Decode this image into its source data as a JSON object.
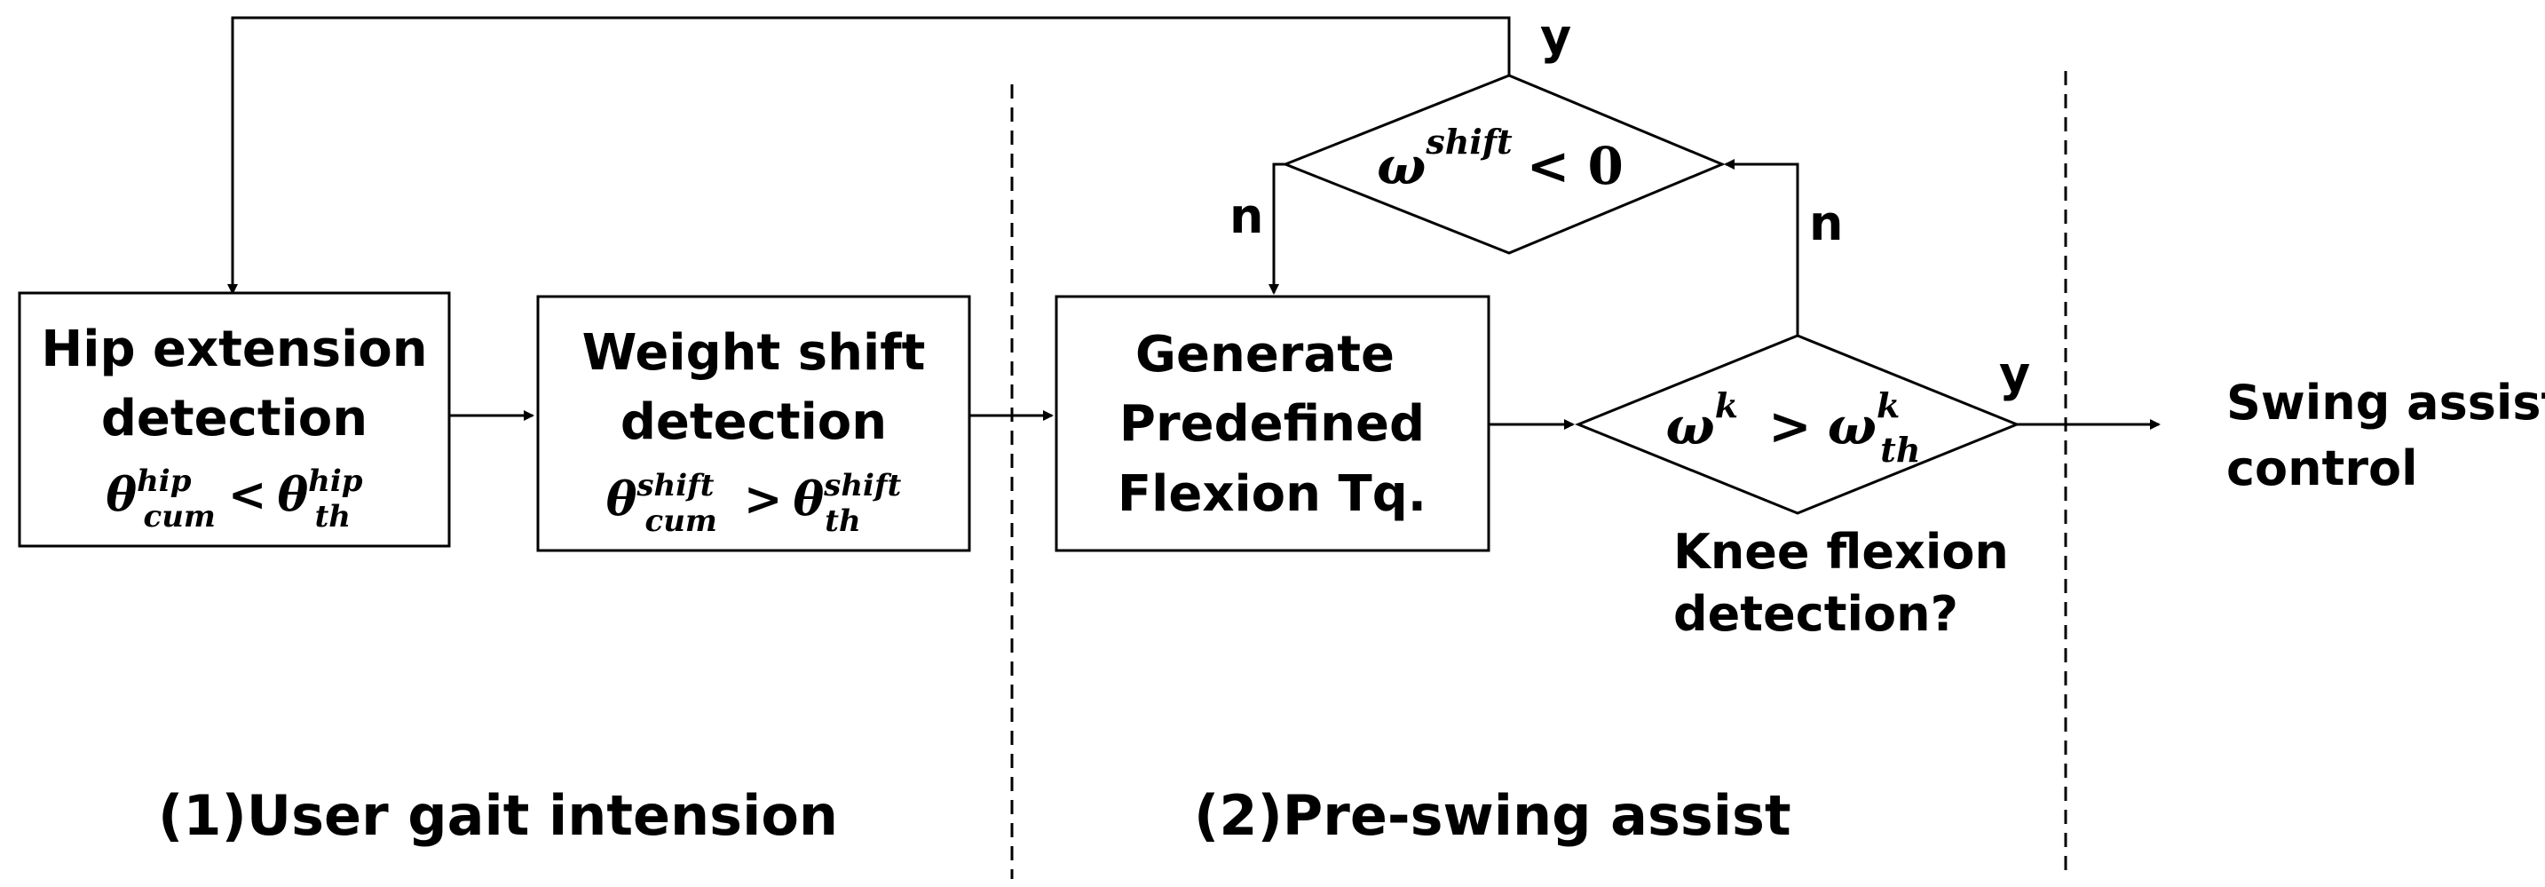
{
  "boxes": {
    "hip": {
      "line1": "Hip extension",
      "line2": "detection",
      "formula": {
        "lhs": "θ",
        "lhs_sup": "hip",
        "lhs_sub": "cum",
        "op": "<",
        "rhs": "θ",
        "rhs_sup": "hip",
        "rhs_sub": "th"
      }
    },
    "weight": {
      "line1": "Weight shift",
      "line2": "detection",
      "formula": {
        "lhs": "θ",
        "lhs_sup": "shift",
        "lhs_sub": "cum",
        "op": ">",
        "rhs": "θ",
        "rhs_sup": "shift",
        "rhs_sub": "th"
      }
    },
    "generate": {
      "line1": "Generate",
      "line2": "Predefined",
      "line3": "Flexion Tq."
    }
  },
  "decisions": {
    "shift": {
      "sym": "ω",
      "sup": "shift",
      "op": "< 0"
    },
    "knee": {
      "lhs": "ω",
      "lhs_sup": "k",
      "op": ">",
      "rhs": "ω",
      "rhs_sup": "k",
      "rhs_sub": "th"
    }
  },
  "branch_labels": {
    "top_yes": "y",
    "shift_no": "n",
    "knee_no": "n",
    "knee_yes": "y"
  },
  "knee_caption": {
    "line1": "Knee flexion",
    "line2": "detection?"
  },
  "output": {
    "line1": "Swing assist",
    "line2": "control"
  },
  "sections": {
    "one": "(1)User gait intension",
    "two": "(2)Pre-swing assist"
  }
}
